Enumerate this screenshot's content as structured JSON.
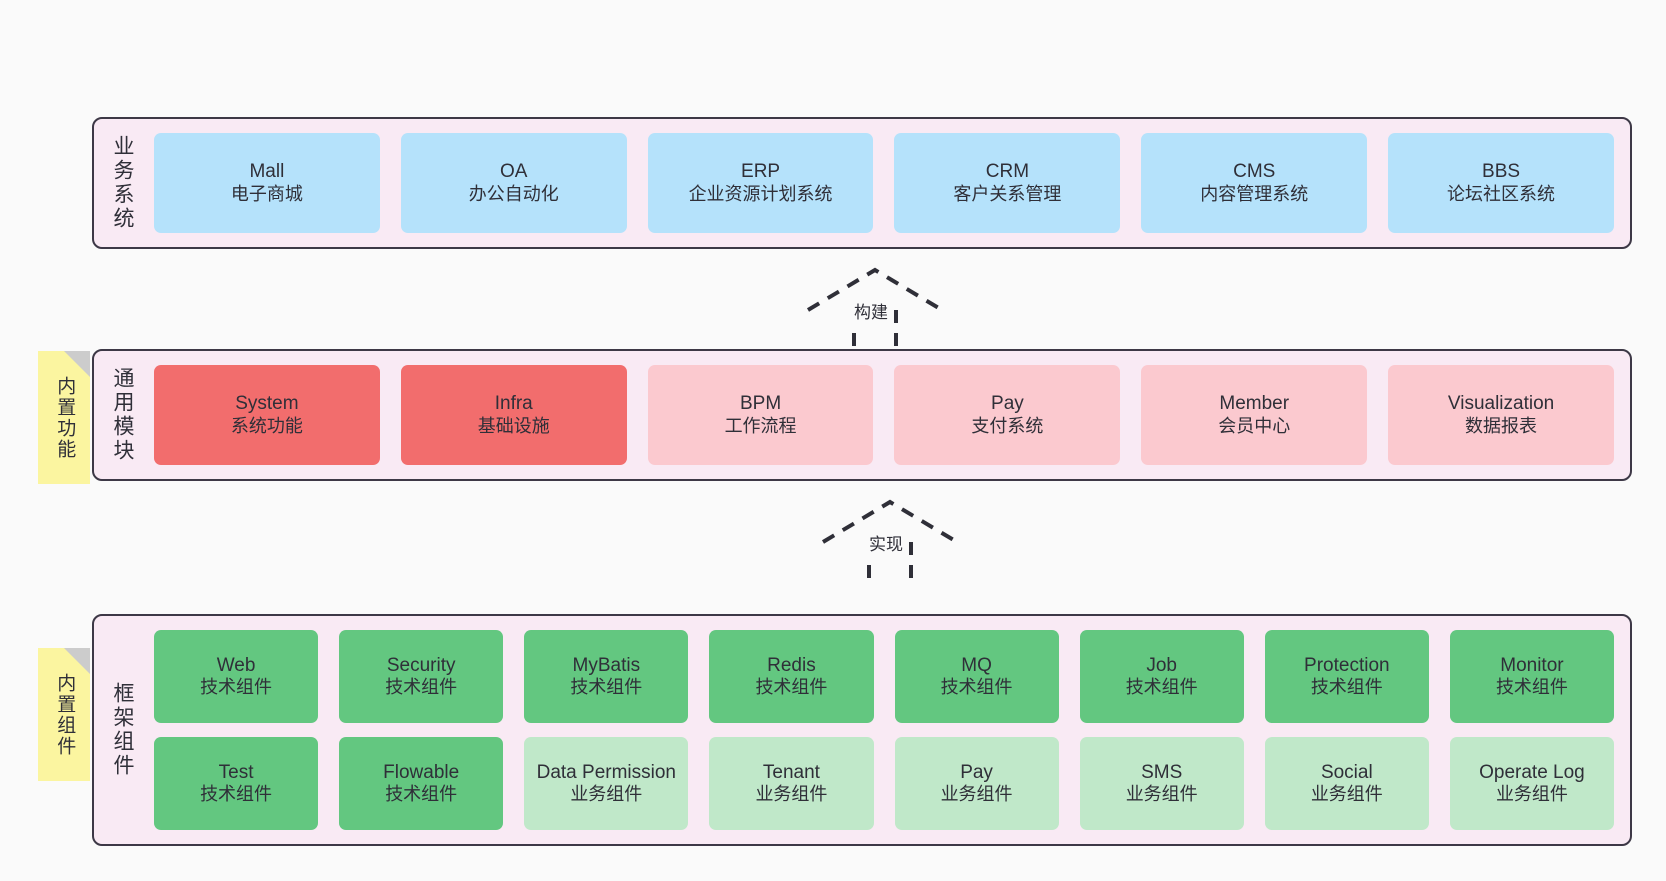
{
  "diagram": {
    "background_color": "#fafafa",
    "panel_color": "#f9eaf4",
    "panel_border_color": "#3d3846",
    "sticky_color": "#fbf5a0"
  },
  "layers": [
    {
      "title": "业务系统",
      "rows": [
        {
          "cards": [
            {
              "name": "Mall",
              "subtitle": "电子商城",
              "color": "#b5e2fb",
              "style": "c-blue"
            },
            {
              "name": "OA",
              "subtitle": "办公自动化",
              "color": "#b5e2fb",
              "style": "c-blue"
            },
            {
              "name": "ERP",
              "subtitle": "企业资源计划系统",
              "color": "#b5e2fb",
              "style": "c-blue"
            },
            {
              "name": "CRM",
              "subtitle": "客户关系管理",
              "color": "#b5e2fb",
              "style": "c-blue"
            },
            {
              "name": "CMS",
              "subtitle": "内容管理系统",
              "color": "#b5e2fb",
              "style": "c-blue"
            },
            {
              "name": "BBS",
              "subtitle": "论坛社区系统",
              "color": "#b5e2fb",
              "style": "c-blue"
            }
          ]
        }
      ]
    },
    {
      "title": "通用模块",
      "sticky": "内置功能",
      "rows": [
        {
          "cards": [
            {
              "name": "System",
              "subtitle": "系统功能",
              "color": "#f26d6d",
              "style": "c-red"
            },
            {
              "name": "Infra",
              "subtitle": "基础设施",
              "color": "#f26d6d",
              "style": "c-red"
            },
            {
              "name": "BPM",
              "subtitle": "工作流程",
              "color": "#fbc9cf",
              "style": "c-pink"
            },
            {
              "name": "Pay",
              "subtitle": "支付系统",
              "color": "#fbc9cf",
              "style": "c-pink"
            },
            {
              "name": "Member",
              "subtitle": "会员中心",
              "color": "#fbc9cf",
              "style": "c-pink"
            },
            {
              "name": "Visualization",
              "subtitle": "数据报表",
              "color": "#fbc9cf",
              "style": "c-pink"
            }
          ]
        }
      ]
    },
    {
      "title": "框架组件",
      "sticky": "内置组件",
      "rows": [
        {
          "cards": [
            {
              "name": "Web",
              "subtitle": "技术组件",
              "color": "#63c780",
              "style": "c-green"
            },
            {
              "name": "Security",
              "subtitle": "技术组件",
              "color": "#63c780",
              "style": "c-green"
            },
            {
              "name": "MyBatis",
              "subtitle": "技术组件",
              "color": "#63c780",
              "style": "c-green"
            },
            {
              "name": "Redis",
              "subtitle": "技术组件",
              "color": "#63c780",
              "style": "c-green"
            },
            {
              "name": "MQ",
              "subtitle": "技术组件",
              "color": "#63c780",
              "style": "c-green"
            },
            {
              "name": "Job",
              "subtitle": "技术组件",
              "color": "#63c780",
              "style": "c-green"
            },
            {
              "name": "Protection",
              "subtitle": "技术组件",
              "color": "#63c780",
              "style": "c-green"
            },
            {
              "name": "Monitor",
              "subtitle": "技术组件",
              "color": "#63c780",
              "style": "c-green"
            }
          ]
        },
        {
          "cards": [
            {
              "name": "Test",
              "subtitle": "技术组件",
              "color": "#63c780",
              "style": "c-green"
            },
            {
              "name": "Flowable",
              "subtitle": "技术组件",
              "color": "#63c780",
              "style": "c-green"
            },
            {
              "name": "Data Permission",
              "subtitle": "业务组件",
              "color": "#c0e8c9",
              "style": "c-lightgreen"
            },
            {
              "name": "Tenant",
              "subtitle": "业务组件",
              "color": "#c0e8c9",
              "style": "c-lightgreen"
            },
            {
              "name": "Pay",
              "subtitle": "业务组件",
              "color": "#c0e8c9",
              "style": "c-lightgreen"
            },
            {
              "name": "SMS",
              "subtitle": "业务组件",
              "color": "#c0e8c9",
              "style": "c-lightgreen"
            },
            {
              "name": "Social",
              "subtitle": "业务组件",
              "color": "#c0e8c9",
              "style": "c-lightgreen"
            },
            {
              "name": "Operate Log",
              "subtitle": "业务组件",
              "color": "#c0e8c9",
              "style": "c-lightgreen"
            }
          ]
        }
      ]
    }
  ],
  "connectors": [
    {
      "label": "构建"
    },
    {
      "label": "实现"
    }
  ]
}
